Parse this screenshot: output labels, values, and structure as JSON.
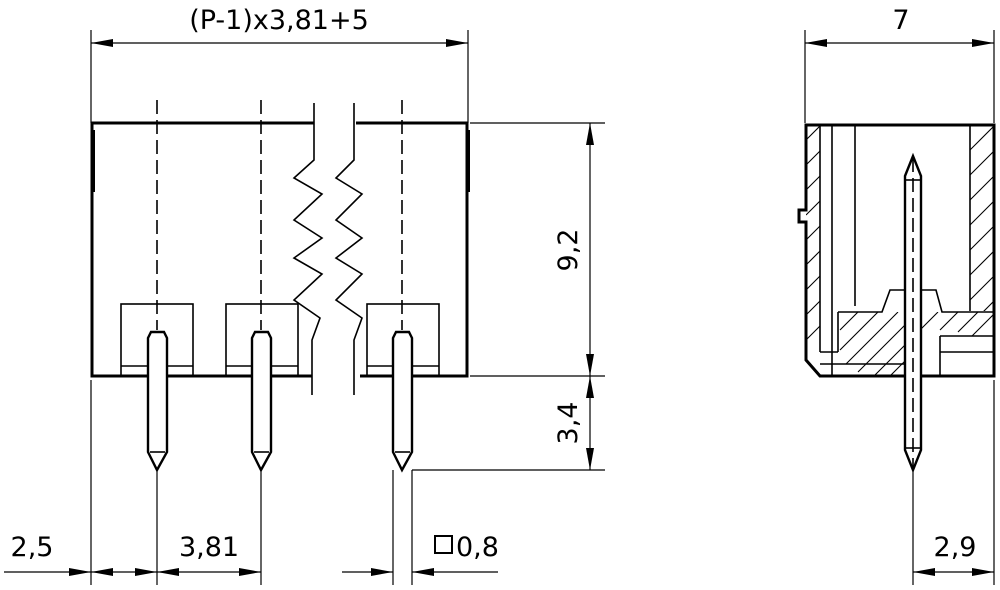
{
  "front_view": {
    "width_formula": "(P-1)x3,81+5",
    "body_height": "9,2",
    "pin_protrusion": "3,4",
    "edge_offset": "2,5",
    "pitch": "3,81",
    "pin_section_symbol": "□",
    "pin_section": "0,8"
  },
  "side_view": {
    "depth": "7",
    "pin_offset": "2,9"
  }
}
